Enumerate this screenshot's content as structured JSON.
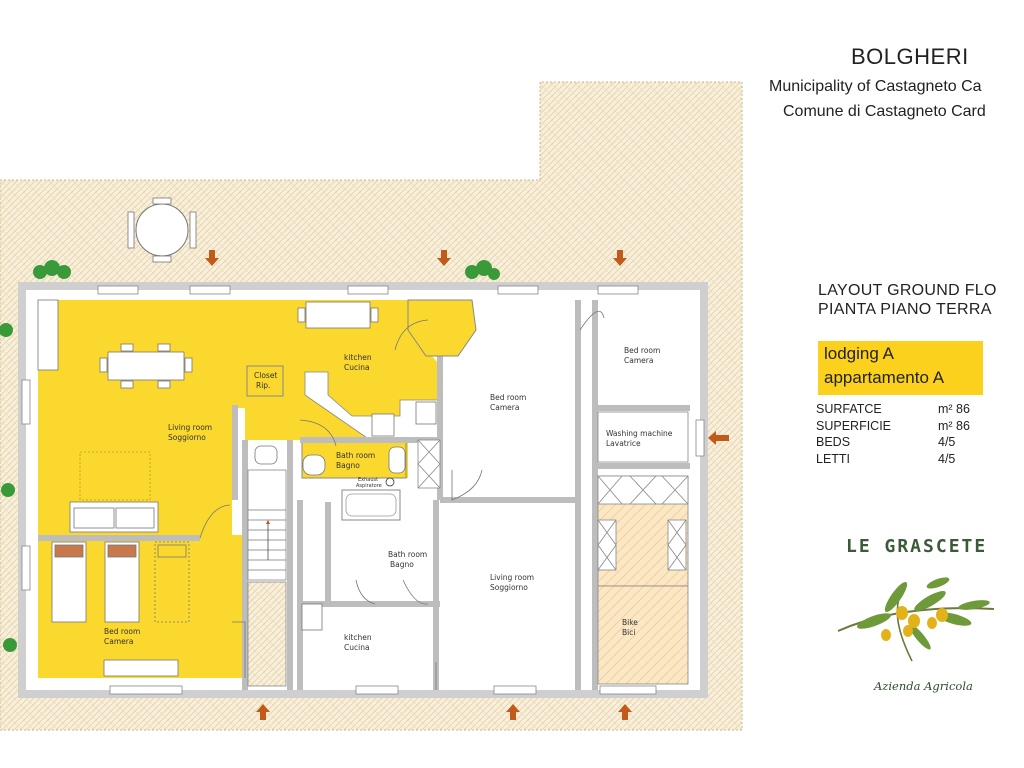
{
  "header": {
    "title": "BOLGHERI",
    "municipality_en": "Municipality of Castagneto Ca",
    "municipality_it": "Comune di Castagneto Card"
  },
  "layout": {
    "line1": "LAYOUT GROUND FLO",
    "line2": "PIANTA PIANO TERRA"
  },
  "apartment": {
    "label_en": "lodging  A",
    "label_it": "appartamento A",
    "highlight_color": "#fbd11d"
  },
  "stats": [
    {
      "label": "SURFATCE",
      "value": "m² 86"
    },
    {
      "label": "SUPERFICIE",
      "value": "m² 86"
    },
    {
      "label": "BEDS",
      "value": "4/5"
    },
    {
      "label": "LETTI",
      "value": "4/5"
    }
  ],
  "brand": {
    "name": "LE GRASCETE",
    "subtitle": "Azienda Agricola",
    "icon": "olive-branch-icon"
  },
  "rooms": {
    "kitchen_a": [
      "kitchen",
      "Cucina"
    ],
    "living_a": [
      "Living room",
      "Soggiorno"
    ],
    "closet": [
      "Closet",
      "Rip."
    ],
    "bath_a": [
      "Bath room",
      "Bagno"
    ],
    "exhaust": [
      "Exhaust",
      "Aspiratore"
    ],
    "bed_a": [
      "Bed room",
      "Camera"
    ],
    "bed_center": [
      "Bed room",
      "Camera"
    ],
    "bed_right": [
      "Bed room",
      "Camera"
    ],
    "washing": [
      "Washing machine",
      "Lavatrice"
    ],
    "bath_b": [
      "Bath room",
      "Bagno"
    ],
    "living_b": [
      "Living room",
      "Soggiorno"
    ],
    "kitchen_b": [
      "kitchen",
      "Cucina"
    ],
    "bike": [
      "Bike",
      "Bici"
    ]
  },
  "colors": {
    "apartment_fill": "#fbd82e",
    "terrace": "#f7eed9",
    "wall": "#bdbdbd",
    "arrow": "#c25a1b",
    "plant": "#3a9a3a"
  }
}
